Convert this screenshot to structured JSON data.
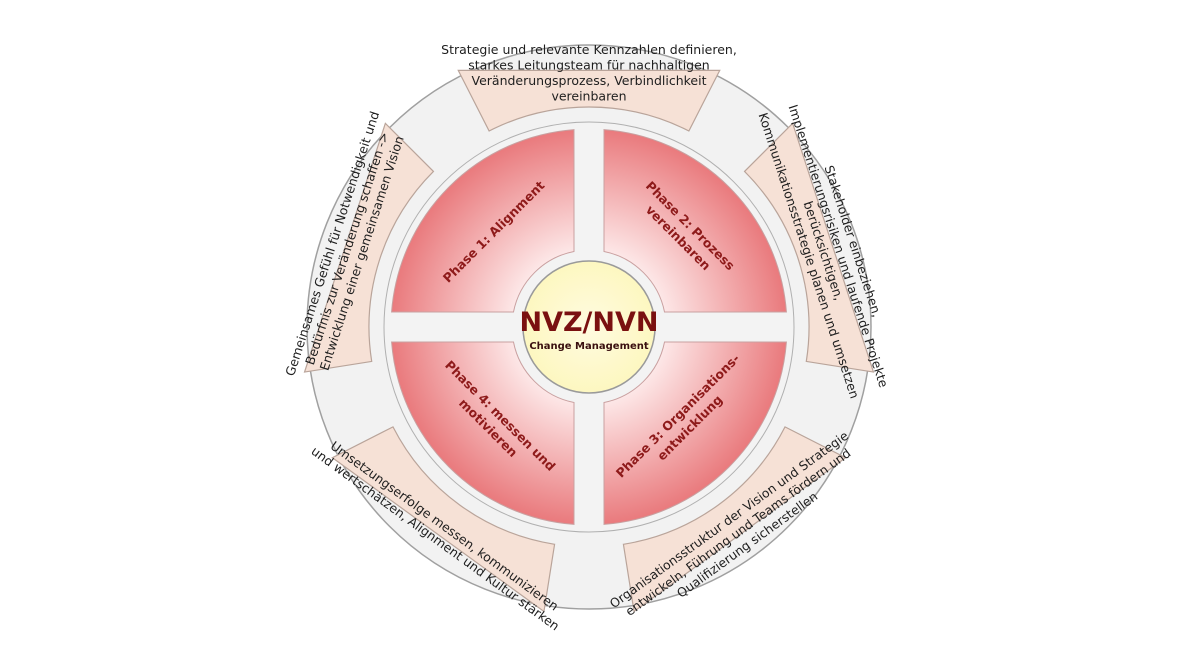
{
  "diagram": {
    "center": {
      "title": "NVZ/NVN",
      "subtitle": "Change Management"
    },
    "phases": [
      {
        "label": [
          "Phase 1: Alignment"
        ]
      },
      {
        "label": [
          "Phase 2: Prozess",
          "vereinbaren"
        ]
      },
      {
        "label": [
          "Phase 3: Organisations-",
          "entwicklung"
        ]
      },
      {
        "label": [
          "Phase 4: messen und",
          "motivieren"
        ]
      }
    ],
    "outer_segments": [
      {
        "lines": [
          "Strategie und relevante Kennzahlen definieren,",
          "starkes Leitungsteam für nachhaltigen",
          "Veränderungsprozess, Verbindlichkeit",
          "vereinbaren"
        ]
      },
      {
        "lines": [
          "Stakeholder einbeziehen,",
          "Implementierungsrisiken und laufende Projekte",
          "berücksichtigen,",
          "Kommunikationsstrategie planen und umsetzen"
        ]
      },
      {
        "lines": [
          "Organisationsstruktur der Vision und Strategie",
          "entwickeln, Führung und Teams fördern und",
          "Qualifizierung sicherstellen"
        ]
      },
      {
        "lines": [
          "Umsetzungserfolge messen, kommunizieren",
          "und wertschätzen, Alignment und Kultur stärken"
        ]
      },
      {
        "lines": [
          "Gemeinsames Gefühl für Notwendigkeit und",
          "Bedürfnis zur Veränderung schaffen ->",
          "Entwicklung einer gemeinsamen Vision"
        ]
      }
    ],
    "colors": {
      "outer_fill": "#f6e1d6",
      "outer_stroke": "#b9a49a",
      "ring_fill": "#f2f2f2",
      "ring_stroke": "#a0a0a0",
      "phase_light": "#fde8e8",
      "phase_dark": "#e9787b",
      "phase_text": "#8e1a1a",
      "center_fill": "#fdf7c0",
      "center_title": "#7a1010"
    }
  }
}
